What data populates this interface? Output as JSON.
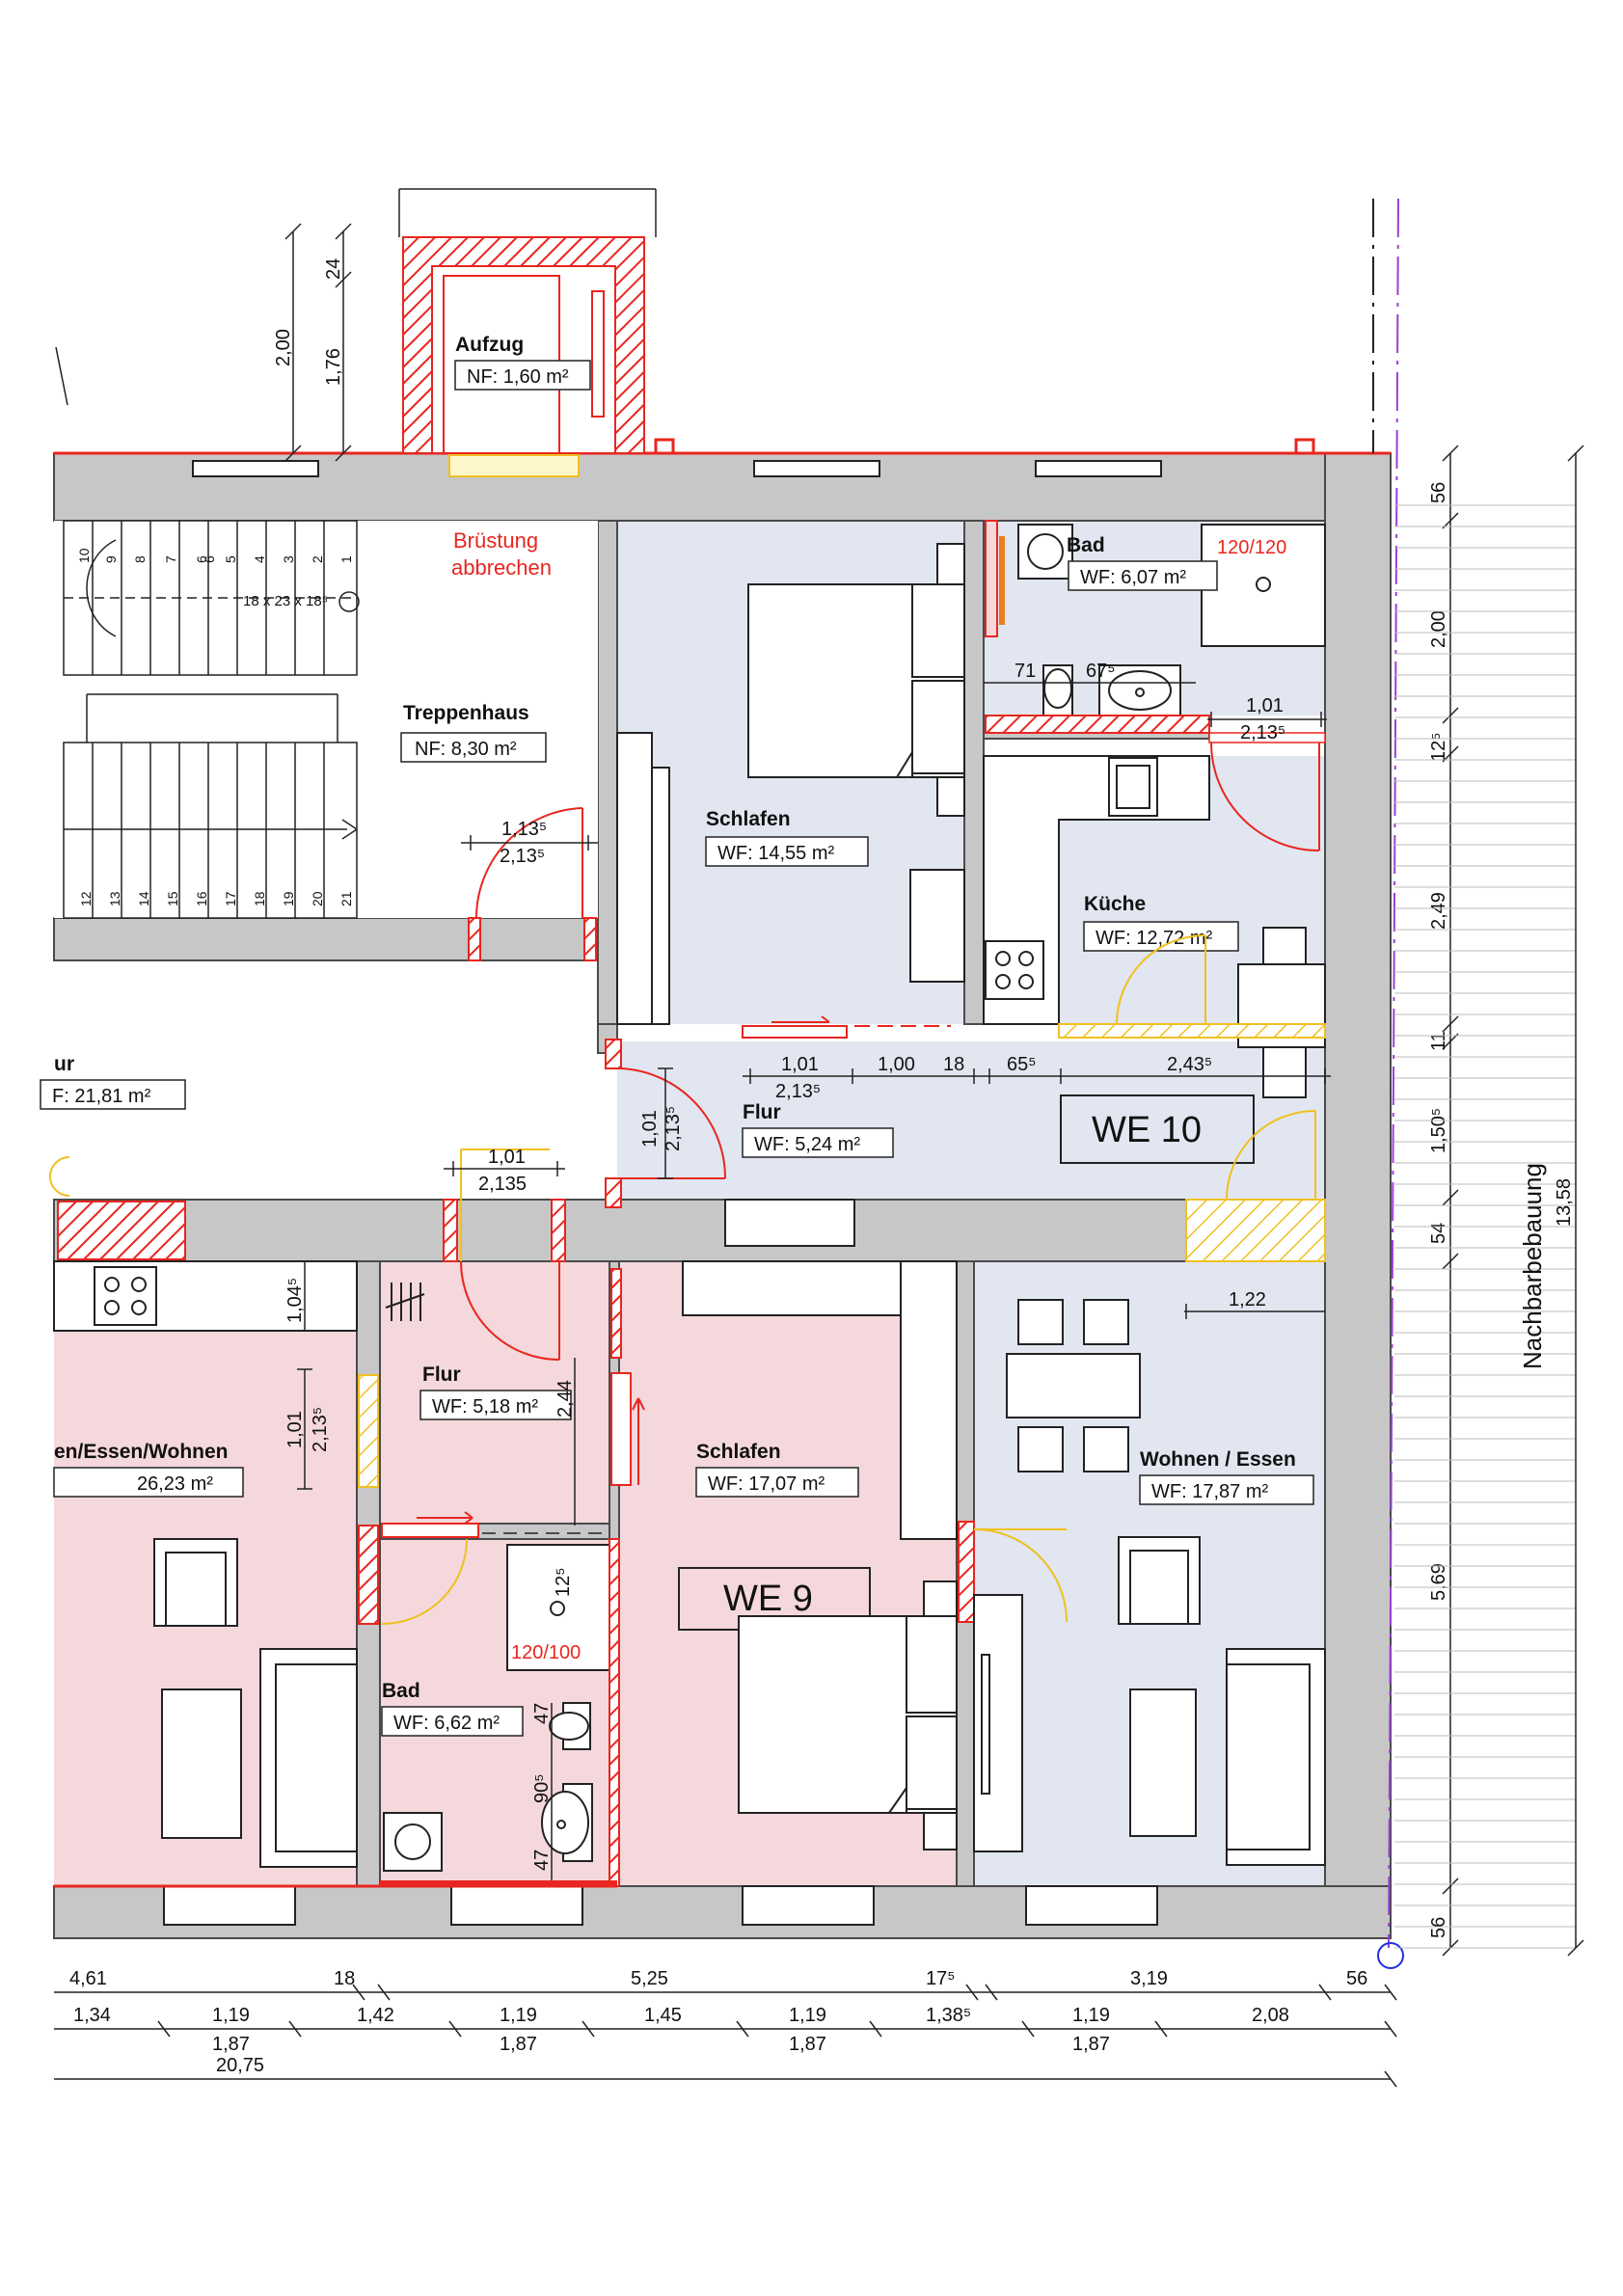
{
  "colors": {
    "wall": "#c7c7c7",
    "wall_outline": "#4a4a4a",
    "unit_blue": "#e1e6f0",
    "unit_pink": "#f4d8dc",
    "hatch_red": "#e8261f",
    "hatch_yellow": "#f0c020",
    "window_fill": "#ffffff",
    "line": "#111111",
    "purple_dash": "#9a40d8"
  },
  "icons": [
    "stair-icon",
    "bed-icon",
    "toilet-icon",
    "sink-icon",
    "shower-icon",
    "stove-icon",
    "armchair-icon",
    "sofa-icon",
    "table-icon",
    "chair-icon",
    "washing-machine-icon",
    "door-swing-icon"
  ],
  "rooms": {
    "aufzug": {
      "name": "Aufzug",
      "area": "NF: 1,60 m²"
    },
    "treppenhaus": {
      "name": "Treppenhaus",
      "area": "NF: 8,30 m²"
    },
    "schlafen_10": {
      "name": "Schlafen",
      "area": "WF: 14,55 m²"
    },
    "bad_10": {
      "name": "Bad",
      "area": "WF: 6,07 m²",
      "shower": "120/120"
    },
    "kueche_10": {
      "name": "Küche",
      "area": "WF: 12,72 m²"
    },
    "flur_10": {
      "name": "Flur",
      "area": "WF: 5,24 m²"
    },
    "flur_left": {
      "name": "ur",
      "area": "F: 21,81 m²"
    },
    "flur_9": {
      "name": "Flur",
      "area": "WF: 5,18 m²"
    },
    "schlafen_9": {
      "name": "Schlafen",
      "area": "WF: 17,07 m²"
    },
    "wohnen_10": {
      "name": "Wohnen / Essen",
      "area": "WF:  17,87 m²"
    },
    "kochen_9": {
      "name": "en/Essen/Wohnen",
      "area": "26,23 m²"
    },
    "bad_9": {
      "name": "Bad",
      "area": "WF: 6,62 m²",
      "shower": "120/100"
    }
  },
  "units": {
    "we10": "WE 10",
    "we9": "WE 9"
  },
  "notes": {
    "bruestung_1": "Brüstung",
    "bruestung_2": "abbrechen"
  },
  "side_label": {
    "name": "Nachbarbebauung",
    "value": "13,58"
  },
  "stair": {
    "upper_numbers": [
      "10",
      "9",
      "8",
      "7",
      "6",
      "5",
      "4",
      "3",
      "2",
      "1"
    ],
    "lower_numbers": [
      "12",
      "13",
      "14",
      "15",
      "16",
      "17",
      "18",
      "19",
      "20",
      "21"
    ],
    "formula": "18 x 23 x 18⁵",
    "partial": "6"
  },
  "dims": {
    "elev_200": "2,00",
    "elev_24": "24",
    "elev_176": "1,76",
    "stair_door_w": "1,13⁵",
    "stair_door_h": "2,13⁵",
    "bad10_71": "71",
    "bad10_675": "67⁵",
    "bad10_door_w": "1,01",
    "bad10_door_h": "2,13⁵",
    "flur10_101": "1,01",
    "flur10_213": "2,13⁵",
    "flur10_100": "1,00",
    "flur10_18": "18",
    "flur10_65": "65⁵",
    "flur10_243": "2,43⁵",
    "flur10_v101": "1,01",
    "flur10_v213": "2,13⁵",
    "flur9_door_w": "1,01",
    "flur9_door_h": "2,135",
    "kochen_1045": "1,04⁵",
    "kochen_101": "1,01",
    "kochen_2135": "2,13⁵",
    "flur9_244": "2,44",
    "bad9_125": "12⁵",
    "bad9_47a": "47",
    "bad9_905": "90⁵",
    "bad9_47b": "47",
    "wohnen_122": "1,22",
    "right_56a": "56",
    "right_200": "2,00",
    "right_125": "12⁵",
    "right_249": "2,49",
    "right_11": "11",
    "right_1505": "1,50⁵",
    "right_54": "54",
    "right_569": "5,69",
    "right_56b": "56",
    "row1_461": "4,61",
    "row1_18": "18",
    "row1_525": "5,25",
    "row1_175": "17⁵",
    "row1_319": "3,19",
    "row1_56": "56",
    "row2_134": "1,34",
    "row2_119a": "1,19",
    "row2_142": "1,42",
    "row2_119b": "1,19",
    "row2_145": "1,45",
    "row2_119c": "1,19",
    "row2_1385": "1,38⁵",
    "row2_119d": "1,19",
    "row2_208": "2,08",
    "row3_187a": "1,87",
    "row3_187b": "1,87",
    "row3_187c": "1,87",
    "row3_187d": "1,87",
    "row4_2075": "20,75"
  }
}
